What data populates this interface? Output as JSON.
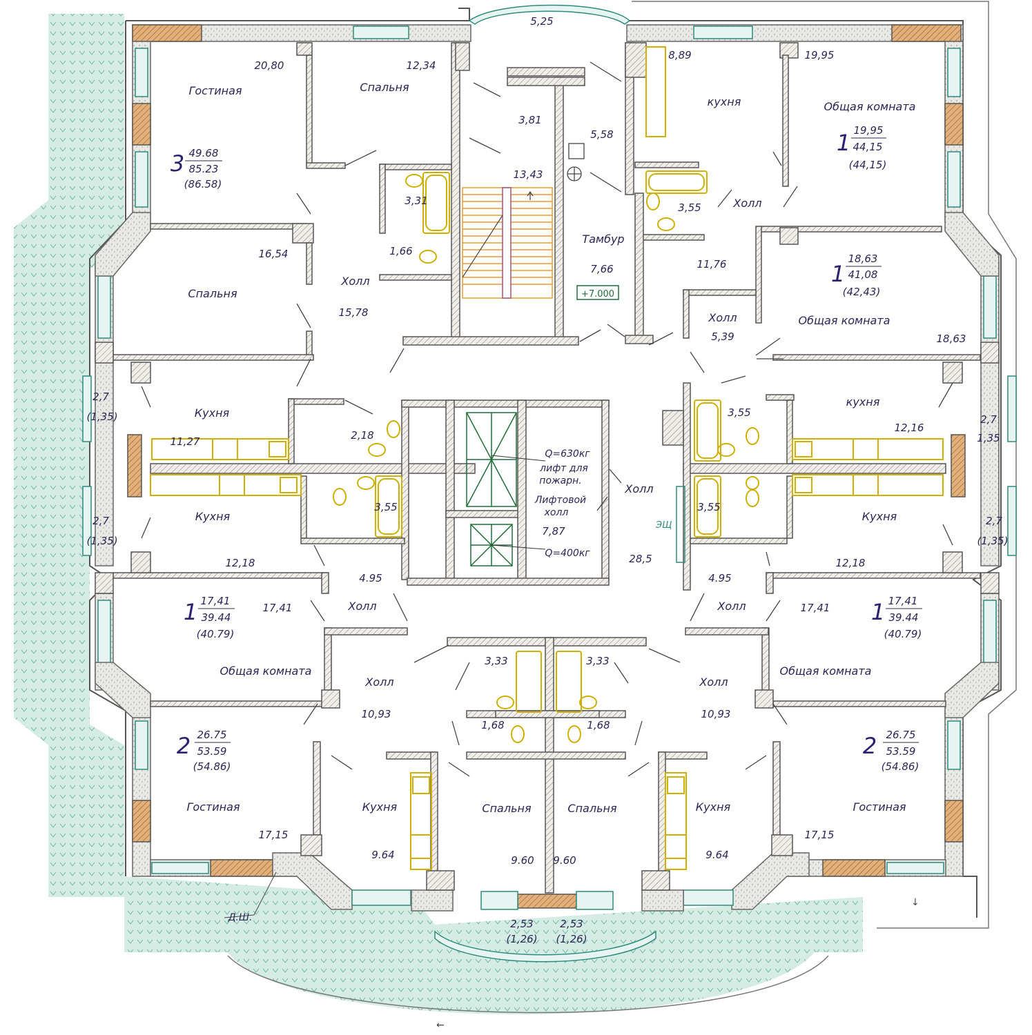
{
  "colors": {
    "terrace": "#d5ece5",
    "wall": "#ece9e4",
    "window": "#2d8a7c",
    "fixture": "#cdb000",
    "stair": "#ec9a30",
    "level": "#1f6d38",
    "label": "#2a2755"
  },
  "level_mark": "+7.000",
  "shaft_label": "ЭЩ",
  "duct_label": "Д.Ш.",
  "labels": {
    "top_balcony": "5,25",
    "tl_living": "Гостиная",
    "tl_living_area": "20,80",
    "tl_bed1": "Спальня",
    "tl_bed1_area": "12,34",
    "tl_bed2": "Спальня",
    "tl_bed2_area": "16,54",
    "tl_hall": "Холл",
    "tl_hall_area": "15,78",
    "tl_bath": "3,31",
    "tl_wc": "1,66",
    "c_corr": "3,81",
    "c_stair": "13,43",
    "c_vest_a": "5,58",
    "c_tambur": "Тамбур",
    "c_tambur_area": "7,66",
    "c_hall": "Холл",
    "c_hall_area": "28,5",
    "lift_big": "Q=630кг",
    "lift_fire_1": "лифт для",
    "lift_fire_2": "пожарн.",
    "lift_hall_1": "Лифтовой",
    "lift_hall_2": "холл",
    "lift_hall_area": "7,87",
    "lift_small": "Q=400кг",
    "tr_kitchen": "кухня",
    "tr_kitchen_area": "8,89",
    "tr_room": "Общая комната",
    "tr_room_area": "19,95",
    "tr_hall": "Холл",
    "tr_bath": "3,55",
    "r2_corr_area": "11,76",
    "r2_hall": "Холл",
    "r2_hall_area": "5,39",
    "r2_room": "Общая комната",
    "r2_room_area": "18,63",
    "r2_kitchen": "кухня",
    "r2_kitchen_area": "12,16",
    "r2_bath": "3,55",
    "r2_balc": "2,7",
    "r2_balc_b": "1,35",
    "l_kitchen_a": "Кухня",
    "l_kitchen_a_area": "11,27",
    "l_balc_a": "2,7",
    "l_balc_a_b": "(1,35)",
    "l_wc_a": "2,18",
    "l_kitchen_b": "Кухня",
    "l_kitchen_b_area": "12,18",
    "l_balc_b": "2,7",
    "l_balc_b_b": "(1,35)",
    "l_bath_b": "3,55",
    "l_vest": "4.95",
    "l_hall": "Холл",
    "r_kitchen_b": "Кухня",
    "r_kitchen_b_area": "12,18",
    "r_balc_b": "2,7",
    "r_balc_b_b": "(1,35)",
    "r_bath_b": "3,55",
    "r_vest": "4.95",
    "r_hall": "Холл",
    "ml_room": "Общая комната",
    "ml_room_area": "17,41",
    "mr_room": "Общая комната",
    "mr_room_area": "17,41",
    "bl_hall": "Холл",
    "bl_hall_area": "10,93",
    "br_hall": "Холл",
    "br_hall_area": "10,93",
    "bl_bath": "3,33",
    "br_bath": "3,33",
    "bl_wc": "1,68",
    "br_wc": "1,68",
    "bl_living": "Гостиная",
    "bl_living_area": "17,15",
    "br_living": "Гостиная",
    "br_living_area": "17,15",
    "bl_kitchen": "Кухня",
    "bl_kitchen_area": "9.64",
    "br_kitchen": "Кухня",
    "br_kitchen_area": "9.64",
    "bl_bed": "Спальня",
    "bl_bed_area": "9.60",
    "br_bed": "Спальня",
    "br_bed_area": "9.60",
    "bl_balc": "2,53",
    "bl_balc_b": "(1,26)",
    "br_balc": "2,53",
    "br_balc_b": "(1,26)"
  },
  "apartments": {
    "a3": {
      "rooms": "3",
      "living": "49.68",
      "total": "85.23",
      "total_b": "(86.58)"
    },
    "a1_tr": {
      "rooms": "1",
      "living": "19,95",
      "total": "44,15",
      "total_b": "(44,15)"
    },
    "a1_r2": {
      "rooms": "1",
      "living": "18,63",
      "total": "41,08",
      "total_b": "(42,43)"
    },
    "a1_ml": {
      "rooms": "1",
      "living": "17,41",
      "total": "39.44",
      "total_b": "(40.79)"
    },
    "a1_mr": {
      "rooms": "1",
      "living": "17,41",
      "total": "39.44",
      "total_b": "(40.79)"
    },
    "a2_l": {
      "rooms": "2",
      "living": "26.75",
      "total": "53.59",
      "total_b": "(54.86)"
    },
    "a2_r": {
      "rooms": "2",
      "living": "26.75",
      "total": "53.59",
      "total_b": "(54.86)"
    }
  }
}
